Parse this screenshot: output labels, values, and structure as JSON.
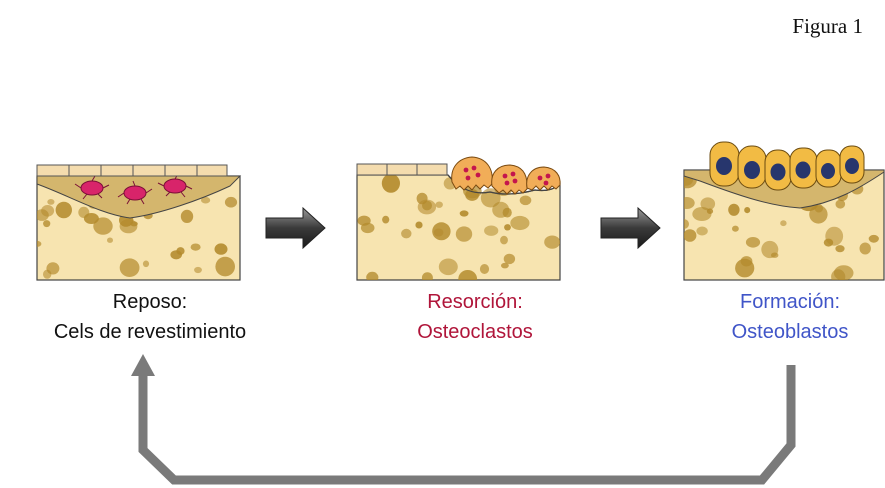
{
  "figure_label": "Figura 1",
  "stages": [
    {
      "title": "Reposo:",
      "subtitle": "Cels de revestimiento",
      "color": "#111111"
    },
    {
      "title": "Resorción:",
      "subtitle": "Osteoclastos",
      "color": "#b0153a"
    },
    {
      "title": "Formación:",
      "subtitle": "Osteoblastos",
      "color": "#4055c8"
    }
  ],
  "colors": {
    "bone": "#f7e4b0",
    "pore": "#b38a2c",
    "osteoid": "#d4b66d",
    "lining_cell": "#f4dcae",
    "osteocyte": "#d8246a",
    "osteoclast": "#f1ad58",
    "osteoclast_nucleus": "#c4154d",
    "osteoblast": "#f2bb44",
    "osteoblast_nucleus": "#27366d",
    "arrow": "#555555",
    "cycle_arrow": "#7a7a7a"
  }
}
